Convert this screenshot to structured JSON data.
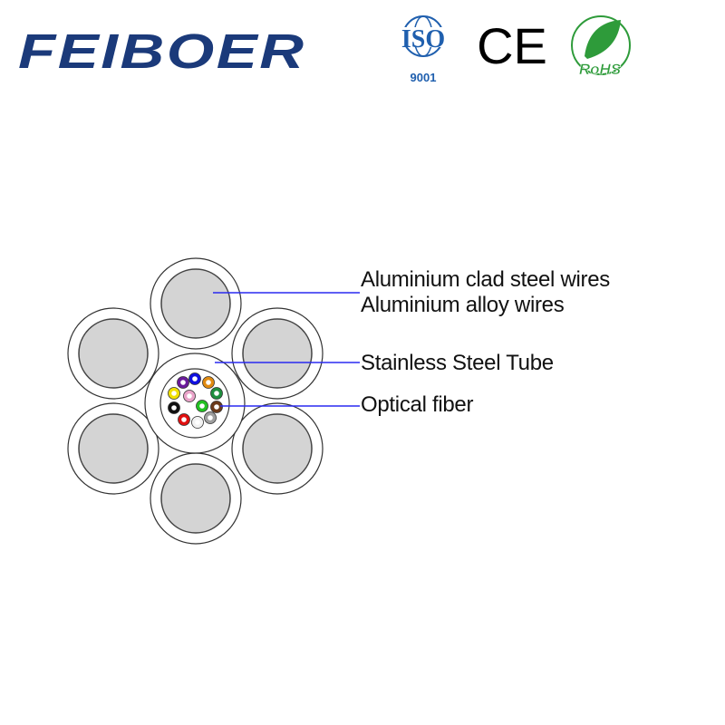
{
  "header": {
    "brand": "FEIBOER",
    "certifications": [
      {
        "name": "ISO",
        "sub": "9001",
        "color": "#1f5fae"
      },
      {
        "name": "CE",
        "color": "#000000"
      },
      {
        "name": "RoHS",
        "color": "#2e9b3a"
      }
    ]
  },
  "diagram": {
    "labels": [
      "Aluminium clad steel wires",
      "Aluminium alloy wires",
      "Stainless Steel Tube",
      "Optical fiber"
    ],
    "leader_color": "#2a2af0",
    "wire_fill": "#d4d4d4",
    "fiber_colors": [
      "#6a1b9a",
      "#1010e0",
      "#e08a10",
      "#1e8e3e",
      "#6b3a1a",
      "#9e9e9e",
      "#f2f2f2",
      "#e01010",
      "#111111",
      "#f0e000",
      "#e9a3c9",
      "#22c022"
    ]
  }
}
